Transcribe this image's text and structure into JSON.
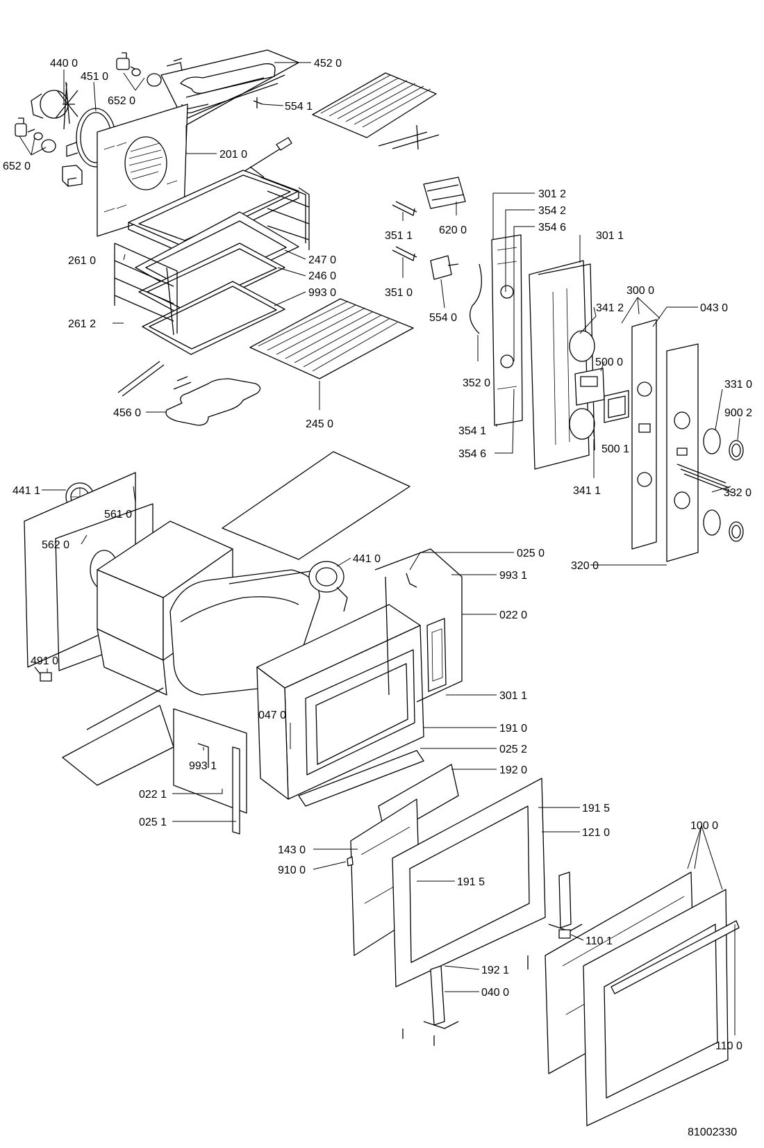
{
  "drawing_number": "81002330",
  "callouts": [
    {
      "id": "c-4400",
      "text": "440 0"
    },
    {
      "id": "c-4510",
      "text": "451 0"
    },
    {
      "id": "c-6520a",
      "text": "652 0"
    },
    {
      "id": "c-6520b",
      "text": "652 0"
    },
    {
      "id": "c-4520",
      "text": "452 0"
    },
    {
      "id": "c-5541",
      "text": "554 1"
    },
    {
      "id": "c-2010",
      "text": "201 0"
    },
    {
      "id": "c-3012",
      "text": "301 2"
    },
    {
      "id": "c-3542",
      "text": "354 2"
    },
    {
      "id": "c-3546a",
      "text": "354 6"
    },
    {
      "id": "c-3011a",
      "text": "301 1"
    },
    {
      "id": "c-3511",
      "text": "351 1"
    },
    {
      "id": "c-6200",
      "text": "620 0"
    },
    {
      "id": "c-3510",
      "text": "351 0"
    },
    {
      "id": "c-5540",
      "text": "554 0"
    },
    {
      "id": "c-2610",
      "text": "261 0"
    },
    {
      "id": "c-2470",
      "text": "247 0"
    },
    {
      "id": "c-2460",
      "text": "246 0"
    },
    {
      "id": "c-9930",
      "text": "993 0"
    },
    {
      "id": "c-2612",
      "text": "261 2"
    },
    {
      "id": "c-3000",
      "text": "300 0"
    },
    {
      "id": "c-0430",
      "text": "043 0"
    },
    {
      "id": "c-3412",
      "text": "341 2"
    },
    {
      "id": "c-5000",
      "text": "500 0"
    },
    {
      "id": "c-3520",
      "text": "352 0"
    },
    {
      "id": "c-3310",
      "text": "331 0"
    },
    {
      "id": "c-9002",
      "text": "900 2"
    },
    {
      "id": "c-4560",
      "text": "456 0"
    },
    {
      "id": "c-2450",
      "text": "245 0"
    },
    {
      "id": "c-3541",
      "text": "354 1"
    },
    {
      "id": "c-3546b",
      "text": "354 6"
    },
    {
      "id": "c-5001",
      "text": "500 1"
    },
    {
      "id": "c-3411",
      "text": "341 1"
    },
    {
      "id": "c-3320",
      "text": "332 0"
    },
    {
      "id": "c-4411",
      "text": "441 1"
    },
    {
      "id": "c-5610",
      "text": "561 0"
    },
    {
      "id": "c-5620",
      "text": "562 0"
    },
    {
      "id": "c-3200",
      "text": "320 0"
    },
    {
      "id": "c-0250",
      "text": "025 0"
    },
    {
      "id": "c-4410",
      "text": "441 0"
    },
    {
      "id": "c-9931a",
      "text": "993 1"
    },
    {
      "id": "c-0220",
      "text": "022 0"
    },
    {
      "id": "c-4910",
      "text": "491 0"
    },
    {
      "id": "c-3011b",
      "text": "301 1"
    },
    {
      "id": "c-0470",
      "text": "047 0"
    },
    {
      "id": "c-1910",
      "text": "191 0"
    },
    {
      "id": "c-0252",
      "text": "025 2"
    },
    {
      "id": "c-9931b",
      "text": "993 1"
    },
    {
      "id": "c-1920",
      "text": "192 0"
    },
    {
      "id": "c-0221",
      "text": "022 1"
    },
    {
      "id": "c-1915a",
      "text": "191 5"
    },
    {
      "id": "c-0251",
      "text": "025 1"
    },
    {
      "id": "c-1210",
      "text": "121 0"
    },
    {
      "id": "c-1430",
      "text": "143 0"
    },
    {
      "id": "c-1000",
      "text": "100 0"
    },
    {
      "id": "c-9100",
      "text": "910 0"
    },
    {
      "id": "c-1915b",
      "text": "191 5"
    },
    {
      "id": "c-1101",
      "text": "110 1"
    },
    {
      "id": "c-1921",
      "text": "192 1"
    },
    {
      "id": "c-0400",
      "text": "040 0"
    },
    {
      "id": "c-1100",
      "text": "110 0"
    }
  ]
}
